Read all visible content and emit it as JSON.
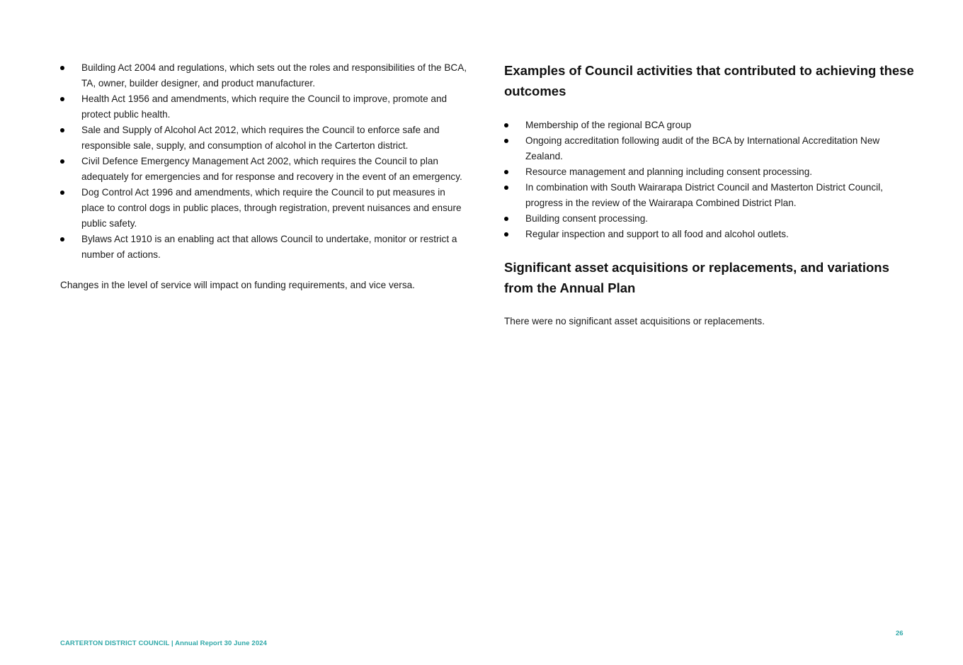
{
  "left_column": {
    "bullets": [
      "Building Act 2004 and regulations, which sets out the roles and responsibilities of the BCA, TA, owner, builder designer, and product manufacturer.",
      "Health Act 1956 and amendments, which require the Council to improve, promote and protect public health.",
      "Sale and Supply of Alcohol Act 2012, which requires the Council to enforce safe and responsible sale, supply, and consumption of alcohol in the Carterton district.",
      "Civil Defence Emergency Management Act 2002, which requires the Council to plan adequately for emergencies and for response and recovery in the event of an emergency.",
      "Dog Control Act 1996 and amendments, which require the Council to put measures in place to control dogs in public places, through registration, prevent nuisances and ensure public safety.",
      "Bylaws Act 1910 is an enabling act that allows Council to undertake, monitor or restrict a number of actions."
    ],
    "closing_paragraph": "Changes in the level of service will impact on funding requirements, and vice versa."
  },
  "right_column": {
    "activities_heading": "Examples of Council activities that contributed to achieving these outcomes",
    "activities": [
      "Membership of the regional BCA group",
      "Ongoing accreditation following audit of the BCA by International Accreditation New Zealand.",
      "Resource management and planning including consent processing.",
      "In combination with South Wairarapa District Council and Masterton District Council, progress in the review of the Wairarapa Combined District Plan.",
      "Building consent processing.",
      "Regular inspection and support to all food and alcohol outlets."
    ],
    "assets_heading": "Significant asset acquisitions or replacements, and variations from the Annual Plan",
    "assets_paragraph": "There were no significant asset acquisitions or replacements."
  },
  "footer": {
    "text": "CARTERTON DISTRICT COUNCIL | Annual Report 30 June 2024",
    "page_number": "26",
    "accent_color": "#2fa8a8"
  }
}
